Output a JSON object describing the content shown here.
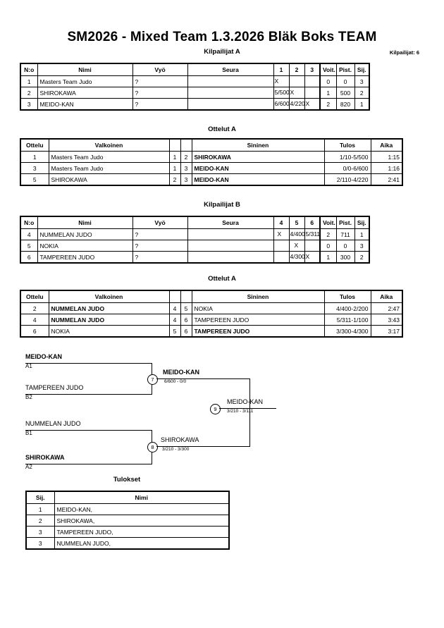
{
  "header": {
    "title": "SM2026 - Mixed Team  1.3.2026  Bläk Boks   TEAM",
    "entrants_label": "Kilpailijat: 6"
  },
  "pool_a": {
    "caption": "Kilpailijat A",
    "columns": [
      "N:o",
      "Nimi",
      "Vyö",
      "Seura",
      "1",
      "2",
      "3",
      "Voit.",
      "Pist.",
      "Sij."
    ],
    "rows": [
      {
        "no": "1",
        "nimi": "Masters Team Judo",
        "vyo": "?",
        "seura": "",
        "m1": "X",
        "m2": "",
        "m3": "",
        "voit": "0",
        "pist": "0",
        "sij": "3"
      },
      {
        "no": "2",
        "nimi": "SHIROKAWA",
        "vyo": "?",
        "seura": "",
        "m1": "5/500",
        "m2": "X",
        "m3": "",
        "voit": "1",
        "pist": "500",
        "sij": "2"
      },
      {
        "no": "3",
        "nimi": "MEIDO-KAN",
        "vyo": "?",
        "seura": "",
        "m1": "6/600",
        "m2": "4/220",
        "m3": "X",
        "voit": "2",
        "pist": "820",
        "sij": "1"
      }
    ]
  },
  "matches_a1": {
    "caption": "Ottelut A",
    "columns": [
      "Ottelu",
      "Valkoinen",
      "",
      "",
      "Sininen",
      "Tulos",
      "Aika"
    ],
    "rows": [
      {
        "ottelu": "1",
        "valkoinen": "Masters Team Judo",
        "valkoinen_bold": false,
        "n1": "1",
        "n2": "2",
        "sininen": "SHIROKAWA",
        "sininen_bold": true,
        "tulos": "1/10-5/500",
        "aika": "1:15"
      },
      {
        "ottelu": "3",
        "valkoinen": "Masters Team Judo",
        "valkoinen_bold": false,
        "n1": "1",
        "n2": "3",
        "sininen": "MEIDO-KAN",
        "sininen_bold": true,
        "tulos": "0/0-6/600",
        "aika": "1:16"
      },
      {
        "ottelu": "5",
        "valkoinen": "SHIROKAWA",
        "valkoinen_bold": false,
        "n1": "2",
        "n2": "3",
        "sininen": "MEIDO-KAN",
        "sininen_bold": true,
        "tulos": "2/110-4/220",
        "aika": "2:41"
      }
    ]
  },
  "pool_b": {
    "caption": "Kilpailijat B",
    "columns": [
      "N:o",
      "Nimi",
      "Vyö",
      "Seura",
      "4",
      "5",
      "6",
      "Voit.",
      "Pist.",
      "Sij."
    ],
    "rows": [
      {
        "no": "4",
        "nimi": "NUMMELAN JUDO",
        "vyo": "?",
        "seura": "",
        "m1": "X",
        "m2": "4/400",
        "m3": "5/311",
        "voit": "2",
        "pist": "711",
        "sij": "1"
      },
      {
        "no": "5",
        "nimi": "NOKIA",
        "vyo": "?",
        "seura": "",
        "m1": "",
        "m2": "X",
        "m3": "",
        "voit": "0",
        "pist": "0",
        "sij": "3"
      },
      {
        "no": "6",
        "nimi": "TAMPEREEN JUDO",
        "vyo": "?",
        "seura": "",
        "m1": "",
        "m2": "4/300",
        "m3": "X",
        "voit": "1",
        "pist": "300",
        "sij": "2"
      }
    ]
  },
  "matches_a2": {
    "caption": "Ottelut A",
    "columns": [
      "Ottelu",
      "Valkoinen",
      "",
      "",
      "Sininen",
      "Tulos",
      "Aika"
    ],
    "rows": [
      {
        "ottelu": "2",
        "valkoinen": "NUMMELAN JUDO",
        "valkoinen_bold": true,
        "n1": "4",
        "n2": "5",
        "sininen": "NOKIA",
        "sininen_bold": false,
        "tulos": "4/400-2/200",
        "aika": "2:47"
      },
      {
        "ottelu": "4",
        "valkoinen": "NUMMELAN JUDO",
        "valkoinen_bold": true,
        "n1": "4",
        "n2": "6",
        "sininen": "TAMPEREEN JUDO",
        "sininen_bold": false,
        "tulos": "5/311-1/100",
        "aika": "3:43"
      },
      {
        "ottelu": "6",
        "valkoinen": "NOKIA",
        "valkoinen_bold": false,
        "n1": "5",
        "n2": "6",
        "sininen": "TAMPEREEN JUDO",
        "sininen_bold": true,
        "tulos": "3/300-4/300",
        "aika": "3:17"
      }
    ]
  },
  "bracket": {
    "entries": [
      {
        "name": "MEIDO-KAN",
        "seed": "A1",
        "bold": true
      },
      {
        "name": "TAMPEREEN JUDO",
        "seed": "B2",
        "bold": false
      },
      {
        "name": "NUMMELAN JUDO",
        "seed": "B1",
        "bold": false
      },
      {
        "name": "SHIROKAWA",
        "seed": "A2",
        "bold": true
      }
    ],
    "semifinal_1": {
      "number": "7",
      "winner": "MEIDO-KAN",
      "score": "6/600 - 0/0",
      "bold": true
    },
    "semifinal_2": {
      "number": "8",
      "winner": "SHIROKAWA",
      "score": "3/210 - 3/300",
      "bold": false
    },
    "final": {
      "number": "9",
      "winner": "MEIDO-KAN",
      "score": "3/210 - 3/111",
      "bold": false
    }
  },
  "results": {
    "caption": "Tulokset",
    "columns": [
      "Sij.",
      "Nimi"
    ],
    "rows": [
      {
        "sij": "1",
        "nimi": "MEIDO-KAN,"
      },
      {
        "sij": "2",
        "nimi": "SHIROKAWA,"
      },
      {
        "sij": "3",
        "nimi": "TAMPEREEN JUDO,"
      },
      {
        "sij": "3",
        "nimi": "NUMMELAN JUDO,"
      }
    ]
  }
}
